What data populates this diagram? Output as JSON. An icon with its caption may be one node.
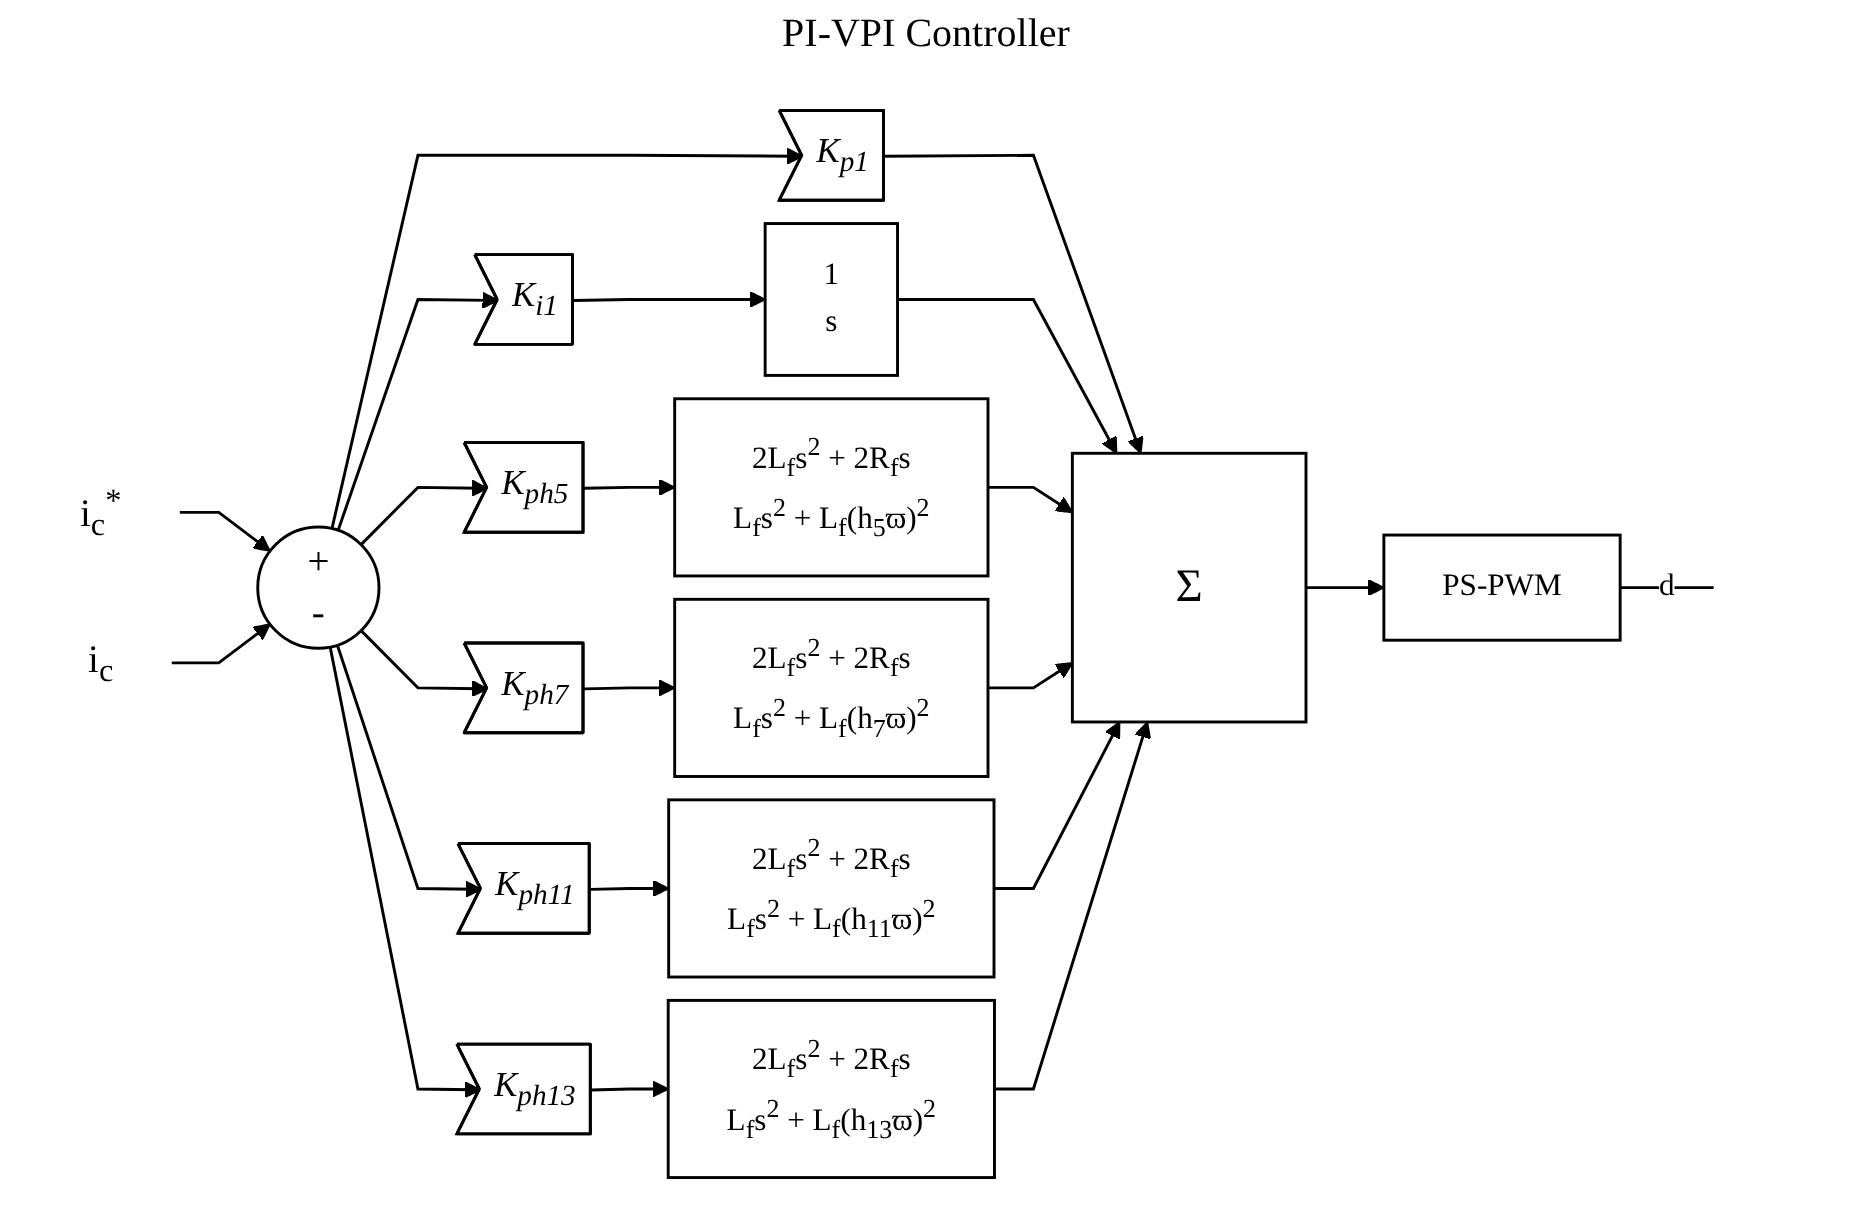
{
  "diagram": {
    "title": "PI-VPI Controller",
    "nodes": [
      {
        "text": [
          "i$_{c}$$^{*}$"
        ]
      },
      {
        "text": [
          "+",
          "-"
        ]
      },
      {
        "text": [
          "i$_{c}$"
        ]
      },
      {
        "text": [
          "K$_{p1}$"
        ]
      },
      {
        "text": [
          "K$_{i1}$"
        ]
      },
      {
        "text": [
          "1",
          "s"
        ]
      },
      {
        "text": [
          "K$_{ph5}$"
        ]
      },
      {
        "text": [
          "2L$_{f}$s$^{2}$ + 2R$_{f}$s",
          "L$_{f}$s$^{2}$ + L$_{f}$(h$_{5}$ϖ)$^{2}$"
        ]
      },
      {
        "text": [
          "K$_{ph7}$"
        ]
      },
      {
        "text": [
          "2L$_{f}$s$^{2}$ + 2R$_{f}$s",
          "L$_{f}$s$^{2}$ + L$_{f}$(h$_{7}$ϖ)$^{2}$"
        ]
      },
      {
        "text": [
          "K$_{ph11}$"
        ]
      },
      {
        "text": [
          "2L$_{f}$s$^{2}$ + 2R$_{f}$s",
          "L$_{f}$s$^{2}$ + L$_{f}$(h$_{11}$ϖ)$^{2}$"
        ]
      },
      {
        "text": [
          "K$_{ph13}$"
        ]
      },
      {
        "text": [
          "2L$_{f}$s$^{2}$ + 2R$_{f}$s",
          "L$_{f}$s$^{2}$ + L$_{f}$(h$_{13}$ϖ)$^{2}$"
        ]
      },
      {
        "text": [
          "Σ"
        ]
      },
      {
        "text": [
          "PS-PWM"
        ]
      }
    ],
    "edges": [
      {
        "from": 0,
        "to": 1,
        "arrow": "to"
      },
      {
        "from": 2,
        "to": 1,
        "arrow": "to"
      },
      {
        "from": 1,
        "to": 3,
        "arrow": "to"
      },
      {
        "from": 1,
        "to": 4,
        "arrow": "to"
      },
      {
        "from": 1,
        "to": 6,
        "arrow": "to"
      },
      {
        "from": 1,
        "to": 8,
        "arrow": "to"
      },
      {
        "from": 1,
        "to": 10,
        "arrow": "to"
      },
      {
        "from": 1,
        "to": 12,
        "arrow": "to"
      },
      {
        "from": 3,
        "to": 14,
        "arrow": "to"
      },
      {
        "from": 4,
        "to": 5,
        "arrow": "to"
      },
      {
        "from": 5,
        "to": 14,
        "arrow": "to"
      },
      {
        "from": 6,
        "to": 7,
        "arrow": "to"
      },
      {
        "from": 7,
        "to": 14,
        "arrow": "to"
      },
      {
        "from": 8,
        "to": 9,
        "arrow": "to"
      },
      {
        "from": 9,
        "to": 14,
        "arrow": "to"
      },
      {
        "from": 10,
        "to": 11,
        "arrow": "to"
      },
      {
        "from": 11,
        "to": 14,
        "arrow": "to"
      },
      {
        "from": 12,
        "to": 13,
        "arrow": "to"
      },
      {
        "from": 13,
        "to": 14,
        "arrow": "to"
      },
      {
        "from": 14,
        "to": 15,
        "arrow": "to"
      },
      {
        "from": 15,
        "to": null,
        "label": "d",
        "arrow": "none"
      }
    ]
  }
}
